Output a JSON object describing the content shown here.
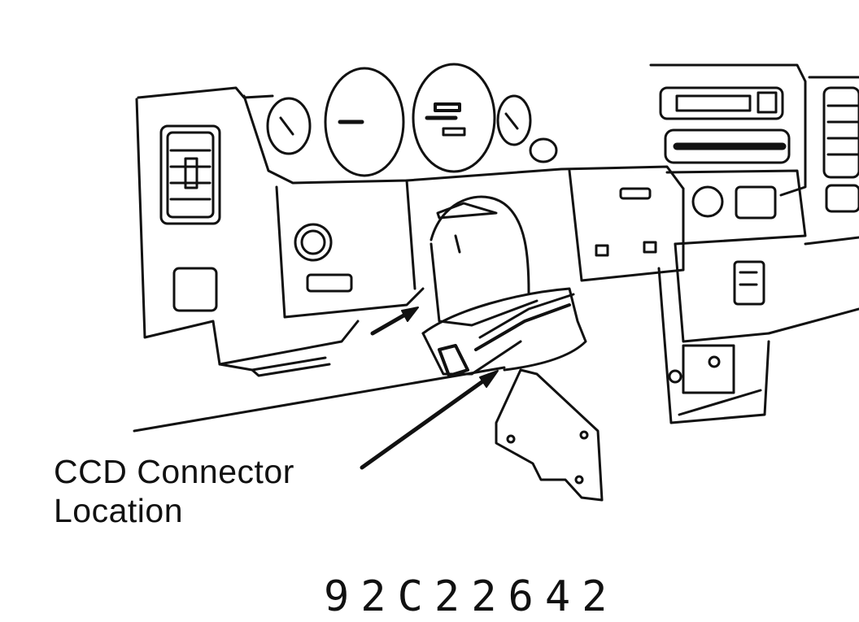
{
  "callout": {
    "line1": "CCD Connector",
    "line2": "Location"
  },
  "figure_id": "92C22642",
  "colors": {
    "ink": "#111111",
    "paper": "#ffffff"
  },
  "icons": {
    "arrow": "arrow-icon"
  }
}
